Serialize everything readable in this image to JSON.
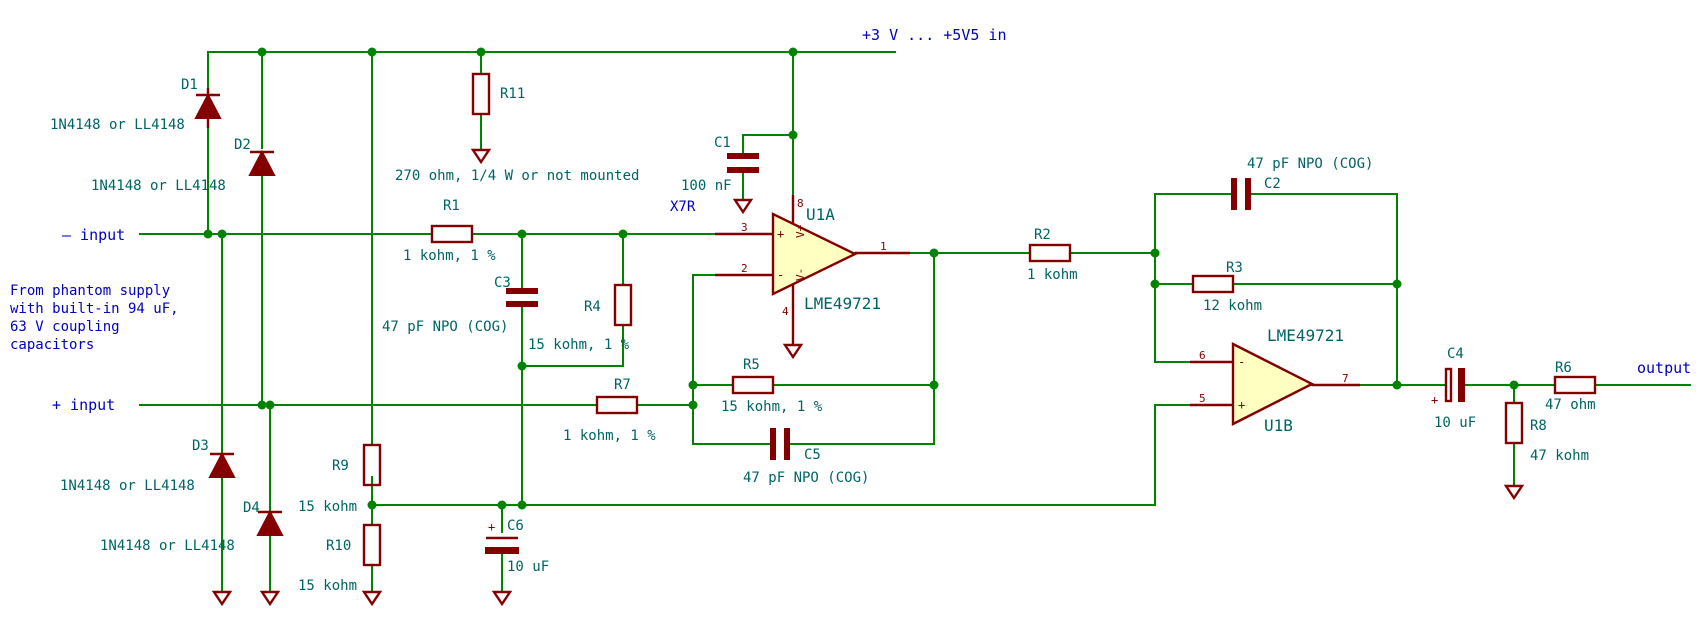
{
  "labels": {
    "supply": "+3 V ... +5V5 in",
    "minus_input": "– input",
    "plus_input": "+ input",
    "output": "output",
    "phantom_note": [
      "From phantom supply",
      "with built-in 94 uF,",
      "63 V coupling",
      "capacitors"
    ]
  },
  "components": {
    "D1": {
      "ref": "D1",
      "value": "1N4148 or LL4148"
    },
    "D2": {
      "ref": "D2",
      "value": "1N4148 or LL4148"
    },
    "D3": {
      "ref": "D3",
      "value": "1N4148 or LL4148"
    },
    "D4": {
      "ref": "D4",
      "value": "1N4148 or LL4148"
    },
    "R1": {
      "ref": "R1",
      "value": "1 kohm, 1 %"
    },
    "R2": {
      "ref": "R2",
      "value": "1 kohm"
    },
    "R3": {
      "ref": "R3",
      "value": "12 kohm"
    },
    "R4": {
      "ref": "R4",
      "value": "15 kohm, 1 %"
    },
    "R5": {
      "ref": "R5",
      "value": "15 kohm, 1 %"
    },
    "R6": {
      "ref": "R6",
      "value": "47 ohm"
    },
    "R7": {
      "ref": "R7",
      "value": "1 kohm, 1 %"
    },
    "R8": {
      "ref": "R8",
      "value": "47 kohm"
    },
    "R9": {
      "ref": "R9",
      "value": "15 kohm"
    },
    "R10": {
      "ref": "R10",
      "value": "15 kohm"
    },
    "R11": {
      "ref": "R11",
      "value": "270 ohm, 1/4 W or not mounted"
    },
    "C1": {
      "ref": "C1",
      "value": "100 nF",
      "value2": "X7R"
    },
    "C2": {
      "ref": "C2",
      "value": "47 pF NPO (COG)"
    },
    "C3": {
      "ref": "C3",
      "value": "47 pF NPO (COG)"
    },
    "C4": {
      "ref": "C4",
      "value": "10 uF"
    },
    "C5": {
      "ref": "C5",
      "value": "47 pF NPO (COG)"
    },
    "C6": {
      "ref": "C6",
      "value": "10 uF"
    },
    "U1A": {
      "ref": "U1A",
      "value": "LME49721"
    },
    "U1B": {
      "ref": "U1B",
      "value": "LME49721"
    }
  },
  "pins": {
    "u1a_p3": "3",
    "u1a_p2": "2",
    "u1a_p1": "1",
    "u1a_p8": "8",
    "u1a_p4": "4",
    "u1b_p6": "6",
    "u1b_p5": "5",
    "u1b_p7": "7",
    "plus": "+",
    "minus": "-",
    "vplus": "V+",
    "vminus": "V-"
  },
  "colors": {
    "wire": "#008400",
    "part": "#840000",
    "ref_text": "#006464",
    "label_text": "#0000c2",
    "opamp_fill": "#ffffc2"
  }
}
